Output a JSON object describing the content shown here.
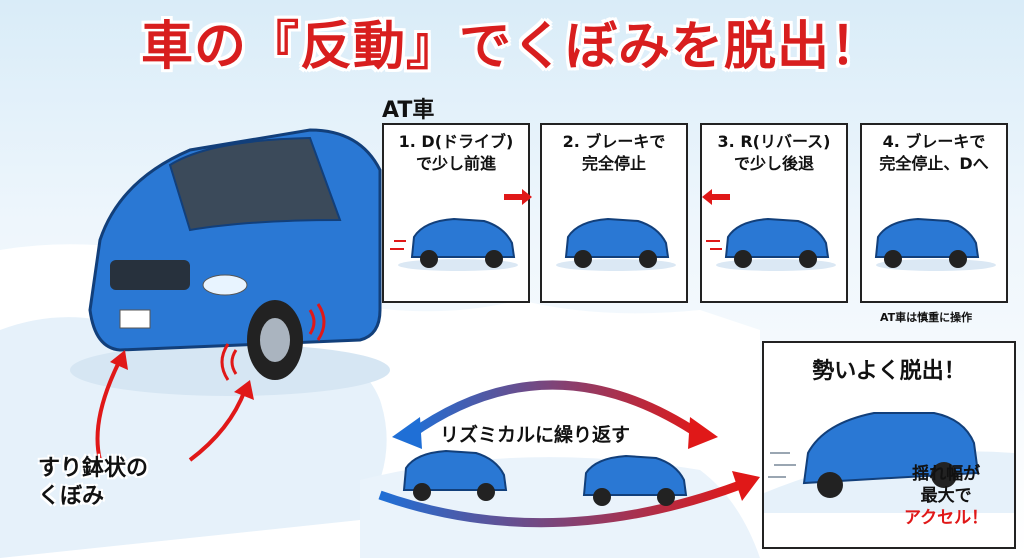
{
  "title": "車の『反動』でくぼみを脱出！",
  "at_label": "AT車",
  "steps": [
    {
      "text": "1. D(ドライブ)\nで少し前進",
      "arrow": "right"
    },
    {
      "text": "2. ブレーキで\n完全停止",
      "arrow": "none"
    },
    {
      "text": "3. R(リバース)\nで少し後退",
      "arrow": "left"
    },
    {
      "text": "4. ブレーキで\n完全停止、Dへ",
      "arrow": "none"
    }
  ],
  "note": "AT車は慎重に操作",
  "rhythm_label": "リズミカルに繰り返す",
  "rut_label_line1": "すり鉢状の",
  "rut_label_line2": "くぼみ",
  "escape": {
    "title": "勢いよく脱出！",
    "line1": "揺れ幅が",
    "line2": "最大で",
    "line3": "アクセル！"
  },
  "colors": {
    "title_red": "#d81e1e",
    "arrow_red": "#e01818",
    "arrow_blue": "#1f6fd6",
    "car_blue": "#2a78d4"
  }
}
